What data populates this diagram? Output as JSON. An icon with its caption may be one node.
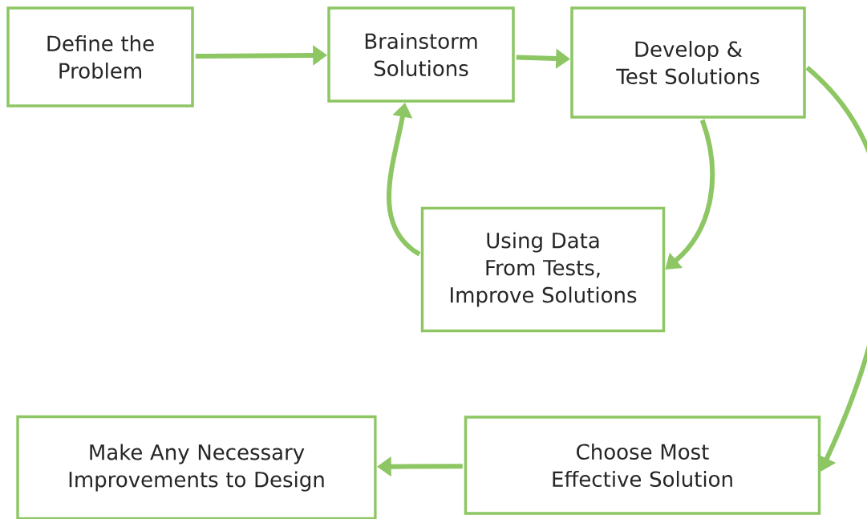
{
  "diagram": {
    "nodes": [
      {
        "text": [
          "Define the Problem"
        ]
      },
      {
        "text": [
          "Brainstorm Solutions"
        ]
      },
      {
        "text": [
          "Develop & Test Solutions"
        ]
      },
      {
        "text": [
          "Using Data From Tests, Improve Solutions"
        ]
      },
      {
        "text": [
          "Choose Most Effective Solution"
        ]
      },
      {
        "text": [
          "Make Any Necessary Improvements to Design"
        ]
      }
    ],
    "edges": [
      {
        "from": 0,
        "to": 1,
        "arrow": "to"
      },
      {
        "from": 1,
        "to": 2,
        "arrow": "to"
      },
      {
        "from": 2,
        "to": 3,
        "arrow": "to"
      },
      {
        "from": 3,
        "to": 1,
        "arrow": "to"
      },
      {
        "from": 2,
        "to": 4,
        "arrow": "to"
      },
      {
        "from": 4,
        "to": 5,
        "arrow": "to"
      }
    ]
  }
}
